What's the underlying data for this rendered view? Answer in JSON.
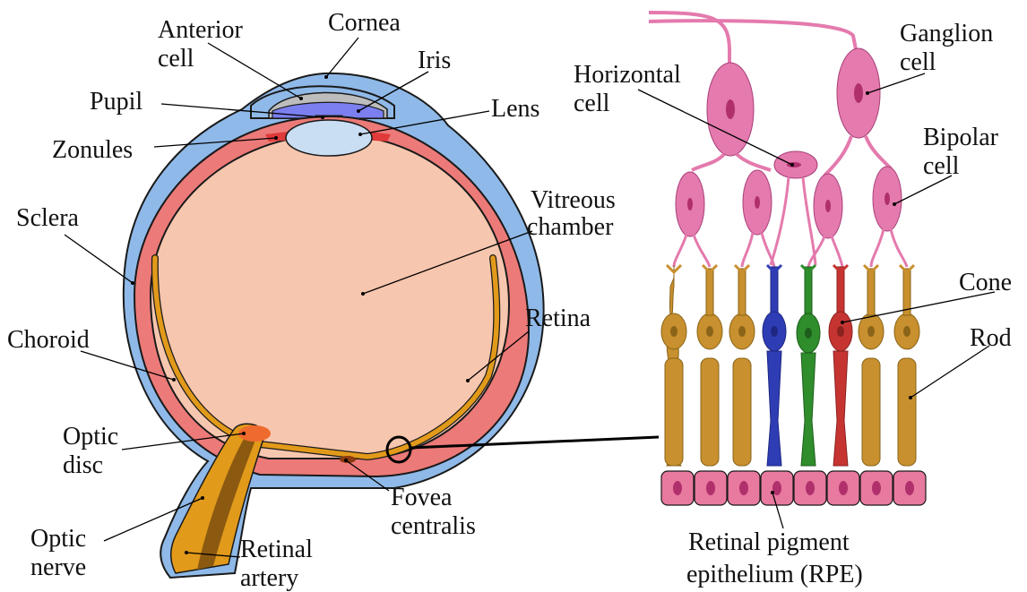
{
  "labels": {
    "anterior_cell_l1": "Anterior",
    "anterior_cell_l2": "cell",
    "cornea": "Cornea",
    "iris": "Iris",
    "pupil": "Pupil",
    "lens": "Lens",
    "zonules": "Zonules",
    "sclera": "Sclera",
    "vitreous_l1": "Vitreous",
    "vitreous_l2": "chamber",
    "choroid": "Choroid",
    "retina": "Retina",
    "optic_disc_l1": "Optic",
    "optic_disc_l2": "disc",
    "fovea_l1": "Fovea",
    "fovea_l2": "centralis",
    "optic_nerve_l1": "Optic",
    "optic_nerve_l2": "nerve",
    "retinal_artery_l1": "Retinal",
    "retinal_artery_l2": "artery",
    "horizontal_l1": "Horizontal",
    "horizontal_l2": "cell",
    "ganglion_l1": "Ganglion",
    "ganglion_l2": "cell",
    "bipolar_l1": "Bipolar",
    "bipolar_l2": "cell",
    "cone": "Cone",
    "rod": "Rod",
    "rpe_l1": "Retinal pigment",
    "rpe_l2": "epithelium (RPE)"
  },
  "colors": {
    "sclera": "#8fb9e8",
    "choroid": "#ec7a78",
    "vitreous": "#f7c6ae",
    "retina": "#e29a1b",
    "cornea_chamber": "#bdbdbd",
    "iris": "#7b7ff0",
    "lens": "#c9ddf3",
    "optic_disc": "#ef6a2e",
    "nerve_dark": "#8b5a10",
    "neuron_pink": "#e47aad",
    "neuron_nucleus": "#b0306c",
    "rod_gold": "#c8902e",
    "cone_blue": "#2f3db5",
    "cone_green": "#2f8d2c",
    "cone_red": "#c63431",
    "rpe_pink": "#e8799f"
  },
  "photoreceptors": [
    "rod",
    "rod",
    "rod",
    "cone-blue",
    "cone-green",
    "cone-red",
    "rod",
    "rod"
  ]
}
